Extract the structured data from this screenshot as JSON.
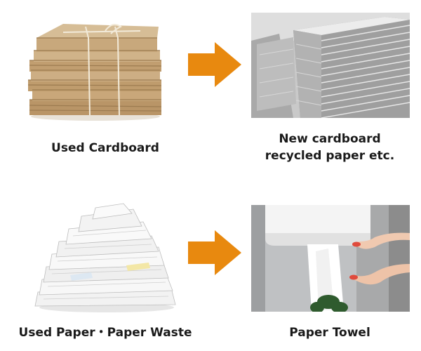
{
  "colors": {
    "arrow": "#e8890f",
    "text": "#1a1a1a"
  },
  "icons": {
    "arrow": "arrow-right-icon"
  },
  "rows": [
    {
      "source": {
        "image": "cardboard-bundle-photo",
        "caption": "Used Cardboard"
      },
      "product": {
        "image": "new-cardboard-stack-photo",
        "caption_line1": "New cardboard",
        "caption_line2": "recycled paper etc."
      }
    },
    {
      "source": {
        "image": "paper-waste-pile-photo",
        "caption": "Used Paper・Paper Waste"
      },
      "product": {
        "image": "paper-towel-dispenser-photo",
        "caption": "Paper Towel"
      }
    }
  ]
}
